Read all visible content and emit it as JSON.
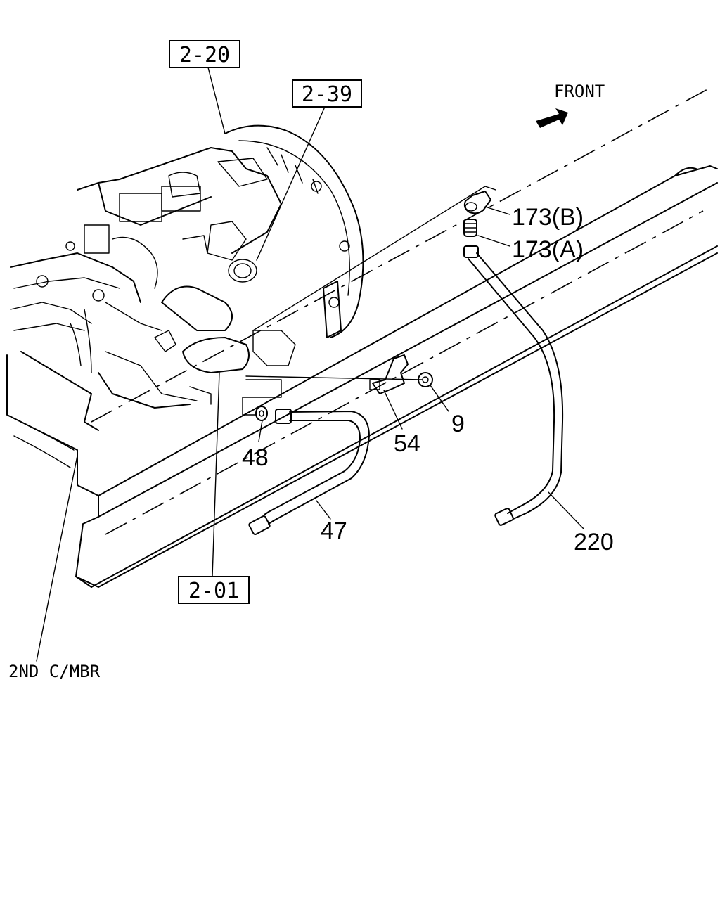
{
  "references": {
    "ref_2_20": "2-20",
    "ref_2_39": "2-39",
    "ref_2_01": "2-01"
  },
  "direction": {
    "label": "FRONT"
  },
  "parts": {
    "p173b": "173(B)",
    "p173a": "173(A)",
    "p9": "9",
    "p54": "54",
    "p48": "48",
    "p47": "47",
    "p220": "220"
  },
  "notes": {
    "crossmember": "2ND C/MBR"
  },
  "icons": {
    "direction_arrow": "front-arrow-icon"
  }
}
